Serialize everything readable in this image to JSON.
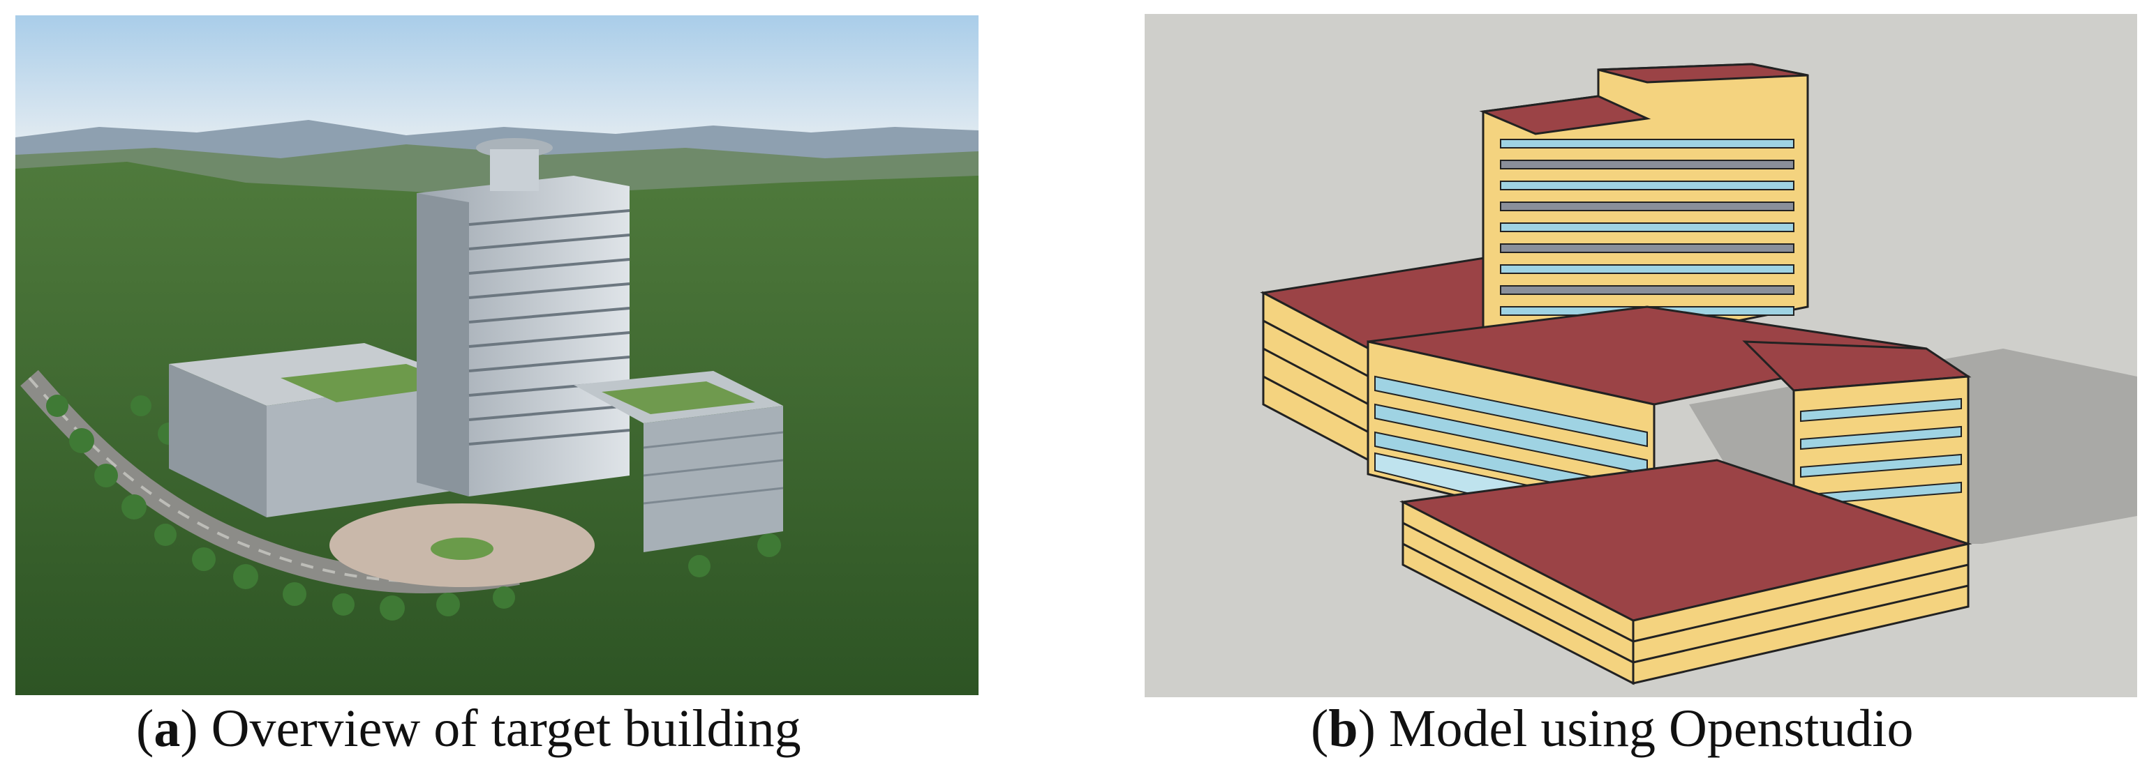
{
  "figure": {
    "panel_a": {
      "label": "a",
      "caption": "Overview of target building"
    },
    "panel_b": {
      "label": "b",
      "caption": "Model using Openstudio"
    }
  },
  "colors": {
    "roof": "#9b4346",
    "wall": "#f4d37f",
    "glass": "#9fd3e3",
    "ground": "#cfcfcb",
    "shadow": "#a9a9a6",
    "sky": "#c6dcef",
    "forest": "#3b6a2e"
  }
}
